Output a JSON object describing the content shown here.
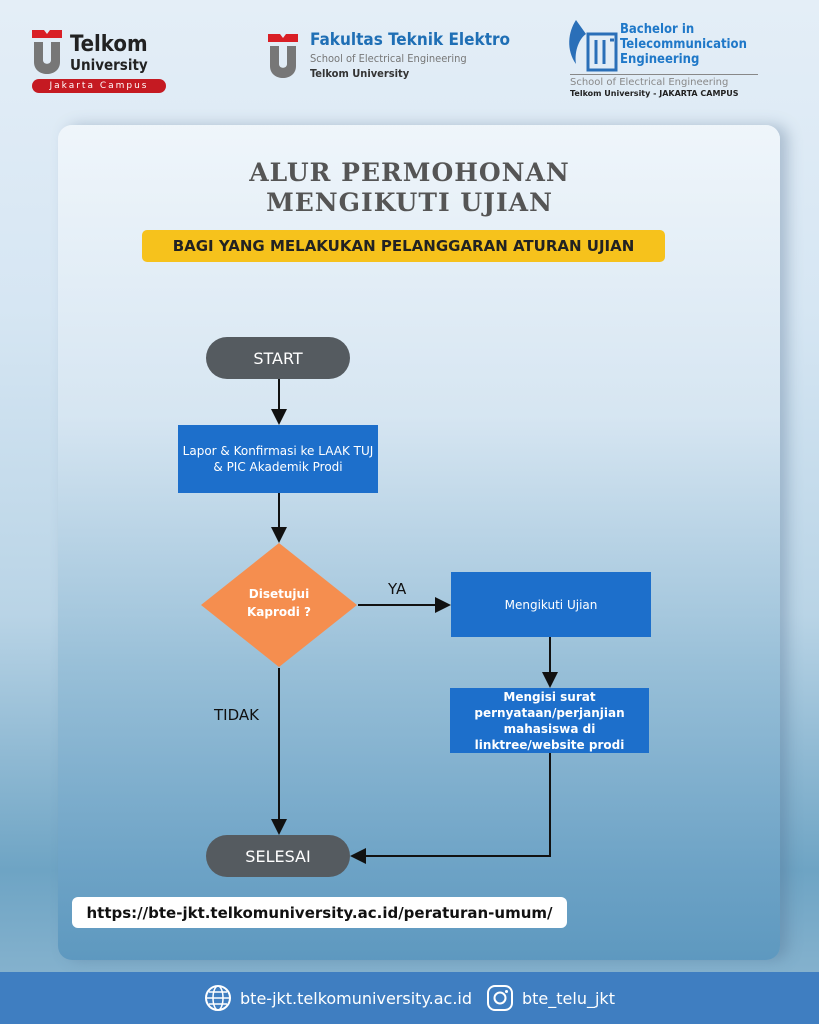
{
  "logos": {
    "telkom": {
      "line1": "Telkom",
      "line2": "University",
      "campus": "Jakarta Campus"
    },
    "fte": {
      "line1": "Fakultas Teknik Elektro",
      "line2": "School of Electrical Engineering",
      "line3": "Telkom University"
    },
    "bte": {
      "line1": "Bachelor in",
      "line2": "Telecommunication",
      "line3": "Engineering",
      "line4": "School of Electrical Engineering",
      "line5": "Telkom University - JAKARTA CAMPUS"
    }
  },
  "title": {
    "line1": "ALUR PERMOHONAN",
    "line2": "MENGIKUTI UJIAN"
  },
  "subtitle": "BAGI YANG MELAKUKAN PELANGGARAN ATURAN UJIAN",
  "flow": {
    "start": "START",
    "step1": "Lapor & Konfirmasi ke LAAK TUJ & PIC Akademik Prodi",
    "decision": "Disetujui Kaprodi ?",
    "yes": "YA",
    "no": "TIDAK",
    "step2": "Mengikuti Ujian",
    "step3": "Mengisi surat pernyataan/perjanjian mahasiswa di linktree/website prodi",
    "end": "SELESAI"
  },
  "url": "https://bte-jkt.telkomuniversity.ac.id/peraturan-umum/",
  "footer": {
    "website": "bte-jkt.telkomuniversity.ac.id",
    "instagram": "bte_telu_jkt"
  },
  "colors": {
    "box": "#1d6fcb",
    "decision": "#f58e4f",
    "pill": "#555b60",
    "badge": "#f6c21c",
    "footer": "#3f7ec1"
  }
}
